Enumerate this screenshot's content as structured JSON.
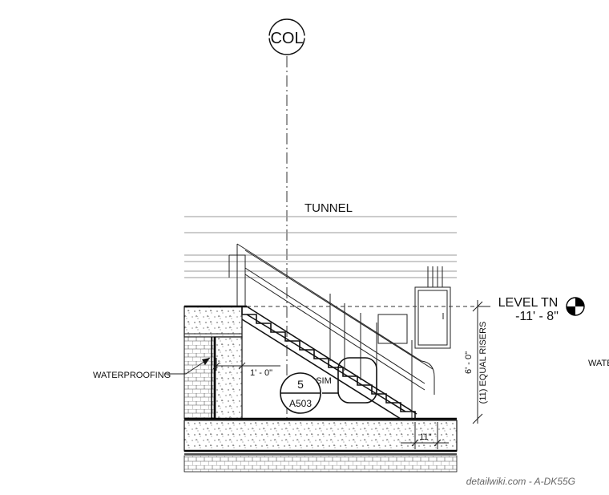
{
  "labels": {
    "column_tag": "COL",
    "tunnel": "TUNNEL",
    "level_name": "LEVEL TN",
    "level_elev": "-11' - 8\"",
    "waterproofing": "WATERPROOFING",
    "water_cut": "WATE",
    "riser_height": "6' - 0\"",
    "riser_note": "(11) EQUAL RISERS",
    "offset_dim": "1' - 0\"",
    "tread_dim": "11\"",
    "sim": "SIM",
    "detail_number": "5",
    "detail_sheet": "A503",
    "watermark": "detailwiki.com - A-DK55G"
  }
}
